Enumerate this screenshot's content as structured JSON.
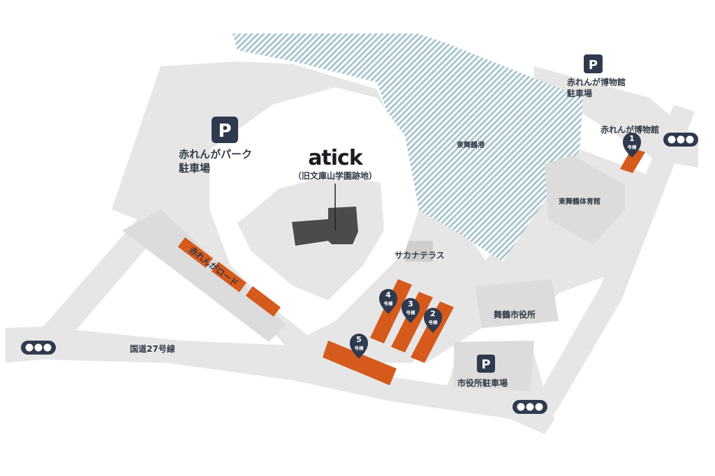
{
  "colors": {
    "road": "#e6e6e6",
    "block": "#dddddd",
    "building": "#d65a1c",
    "pin": "#2f3a4e",
    "water_stripe": "#a9c6cf",
    "hq": "#4b4b4b",
    "label": "#333b47"
  },
  "logo": {
    "text": "atick",
    "subtitle": "（旧文庫山学園跡地）"
  },
  "parking": [
    {
      "id": "akarenga-park",
      "symbol": "P",
      "label_lines": [
        "赤れんがパーク",
        "駐車場"
      ]
    },
    {
      "id": "museum-parking",
      "symbol": "P",
      "label_lines": [
        "赤れんが博物館",
        "駐車場"
      ]
    },
    {
      "id": "city-hall-parking",
      "symbol": "P",
      "label_lines": [
        "市役所駐車場"
      ]
    }
  ],
  "places": {
    "museum": "赤れんが博物館",
    "gym": "東舞鶴体育館",
    "port": "東舞鶴港",
    "terrace": "サカナテラス",
    "city_hall": "舞鶴市役所",
    "road_akarenga": "赤れんがロード",
    "route27": "国道27号線"
  },
  "buildings": [
    {
      "number": "1",
      "suffix": "号棟"
    },
    {
      "number": "2",
      "suffix": "号棟"
    },
    {
      "number": "3",
      "suffix": "号棟"
    },
    {
      "number": "4",
      "suffix": "号棟"
    },
    {
      "number": "5",
      "suffix": "号棟"
    }
  ],
  "traffic_signals": [
    {
      "id": "signal-west",
      "icon": "traffic-signal-icon"
    },
    {
      "id": "signal-east",
      "icon": "traffic-signal-icon"
    },
    {
      "id": "signal-south",
      "icon": "traffic-signal-icon"
    }
  ]
}
